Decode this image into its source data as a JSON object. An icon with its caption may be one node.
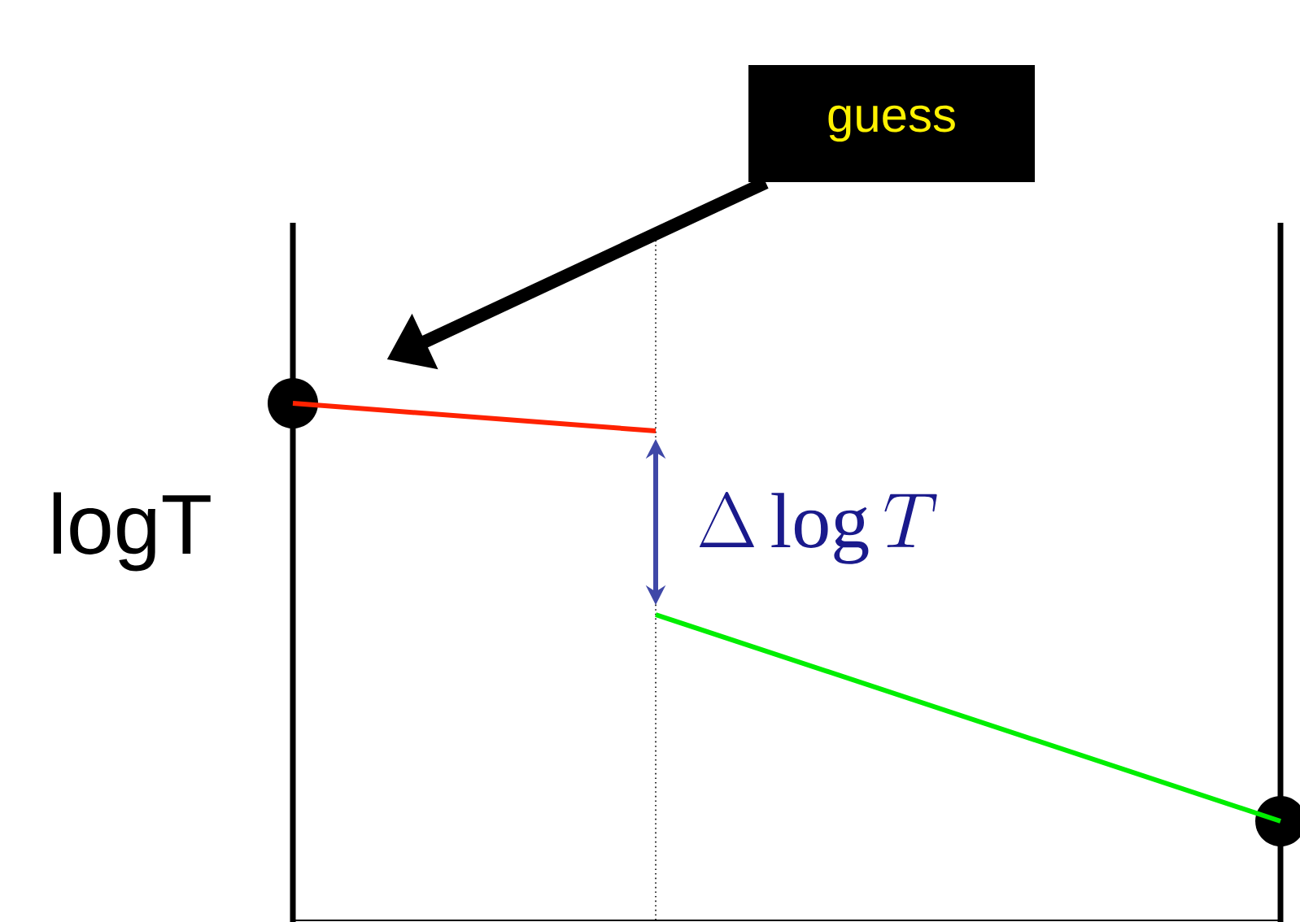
{
  "diagram": {
    "nodes": [
      {
        "text": [
          "guess"
        ]
      },
      {
        "text": [],
        "shape": "circle"
      },
      {
        "text": [],
        "shape": "circle"
      }
    ],
    "edges": [
      {
        "from": 0,
        "to": 1,
        "arrow": "to",
        "style": "thick"
      },
      {
        "from": 1,
        "to": null,
        "arrow": "none",
        "color": "#ff2200"
      },
      {
        "from": null,
        "to": 2,
        "arrow": "none",
        "color": "#00ee00"
      }
    ],
    "labels": [
      "logT",
      "\\Delta\\log T"
    ]
  }
}
